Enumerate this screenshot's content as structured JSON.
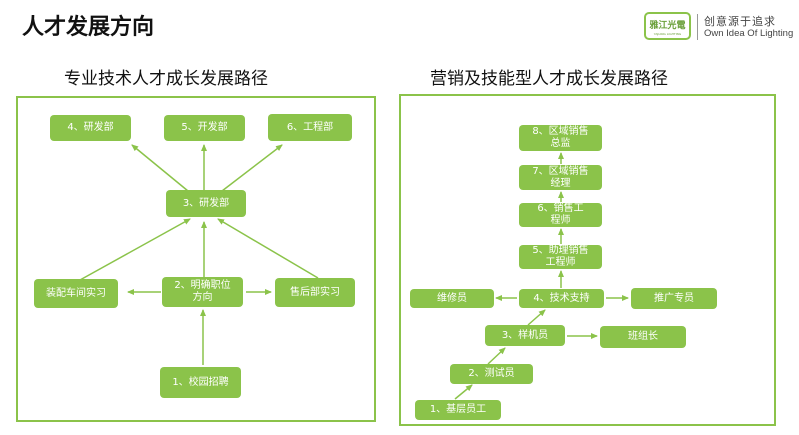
{
  "header": {
    "title": "人才发展方向",
    "logo_text": "雅江光電",
    "logo_small": "YAJIANG LIGHTING",
    "slogan_cn": "创意源于追求",
    "slogan_en": "Own Idea Of Lighting"
  },
  "left": {
    "heading": "专业技术人才成长发展路径",
    "nodes": {
      "n4": "4、研发部",
      "n5": "5、开发部",
      "n6": "6、工程部",
      "n3": "3、研发部",
      "assembly": "装配车间实习",
      "n2": "2、明确职位\n方向",
      "aftersale": "售后部实习",
      "n1": "1、校园招聘"
    }
  },
  "right": {
    "heading": "营销及技能型人才成长发展路径",
    "nodes": {
      "r8": "8、区域销售\n总监",
      "r7": "7、区域销售\n经理",
      "r6": "6、销售工\n程师",
      "r5": "5、助理销售\n工程师",
      "r4": "4、技术支持",
      "maint": "维修员",
      "promo": "推广专员",
      "r3": "3、样机员",
      "leader": "班组长",
      "r2": "2、测试员",
      "r1": "1、基层员工"
    }
  },
  "colors": {
    "accent": "#8bc34a"
  }
}
